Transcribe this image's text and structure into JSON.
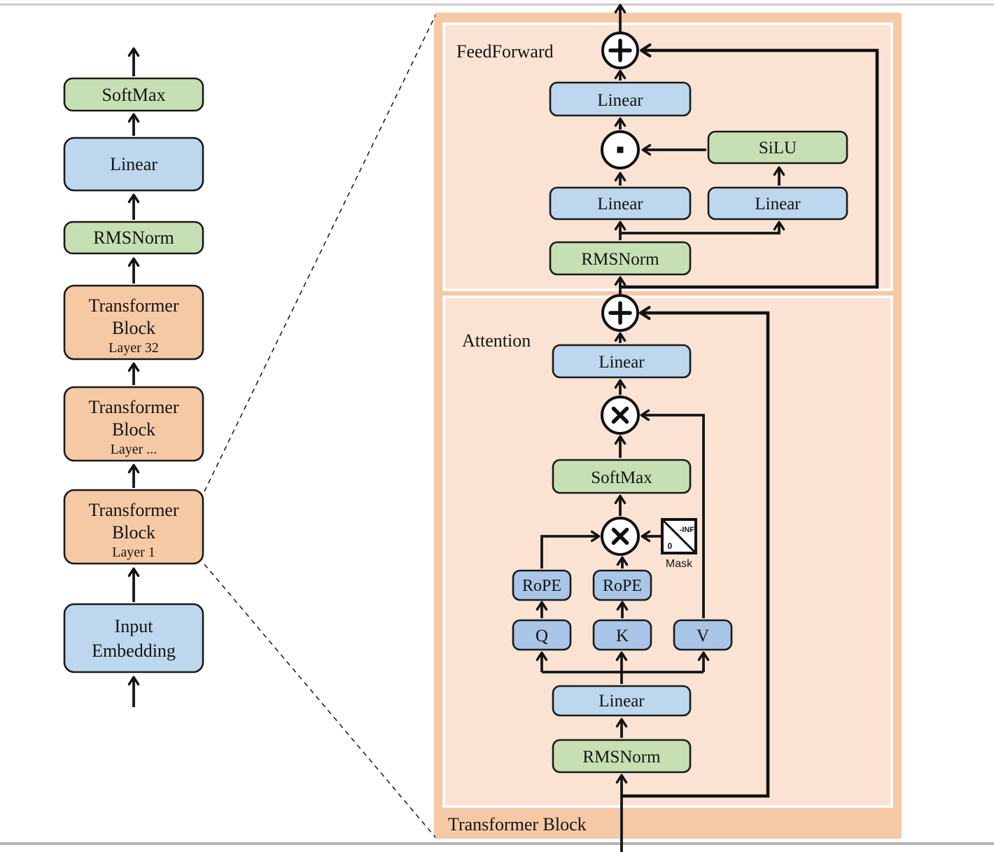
{
  "colors": {
    "background": "#ffffff",
    "edge_top": "#cdcdcd",
    "edge_bottom": "#b5b5b5",
    "line": "#161616",
    "block_orange": "#f5c9a4",
    "block_blue": "#bdd7ee",
    "block_blue_dark": "#a9c6e8",
    "block_green": "#c6e0b4",
    "panel_outer": "#f6c9a6",
    "panel_inner": "#fae3d3",
    "mask_fill": "#ffffff"
  },
  "left_column": {
    "softmax": "SoftMax",
    "linear": "Linear",
    "rmsnorm": "RMSNorm",
    "block_top": {
      "line1": "Transformer",
      "line2": "Block",
      "layer": "Layer 32"
    },
    "block_mid": {
      "line1": "Transformer",
      "line2": "Block",
      "layer": "Layer ..."
    },
    "block_bottom": {
      "line1": "Transformer",
      "line2": "Block",
      "layer": "Layer 1"
    },
    "input_embedding": {
      "line1": "Input",
      "line2": "Embedding"
    }
  },
  "panel": {
    "title": "Transformer Block",
    "feedforward": {
      "label": "FeedForward",
      "linear_out": "Linear",
      "silu": "SiLU",
      "linear_gate": "Linear",
      "linear_up": "Linear",
      "rmsnorm": "RMSNorm"
    },
    "attention": {
      "label": "Attention",
      "linear_out": "Linear",
      "softmax": "SoftMax",
      "mask": {
        "label": "Mask",
        "top_right": "-INF",
        "bottom_left": "0"
      },
      "rope_q": "RoPE",
      "rope_k": "RoPE",
      "q": "Q",
      "k": "K",
      "v": "V",
      "linear_qkv": "Linear",
      "rmsnorm": "RMSNorm"
    }
  }
}
